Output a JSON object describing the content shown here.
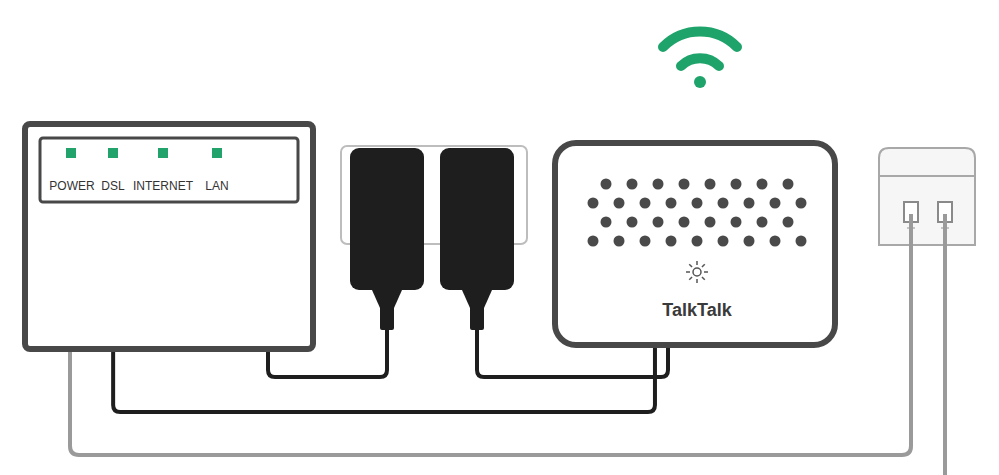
{
  "diagram": {
    "nodes": [
      {
        "text": [
          "POWER",
          "DSL",
          "INTERNET",
          "LAN"
        ]
      },
      {
        "text": [
          "TalkTalk"
        ]
      }
    ],
    "edges": [
      {
        "from": 0,
        "to": 1,
        "arrow": "none"
      }
    ]
  }
}
